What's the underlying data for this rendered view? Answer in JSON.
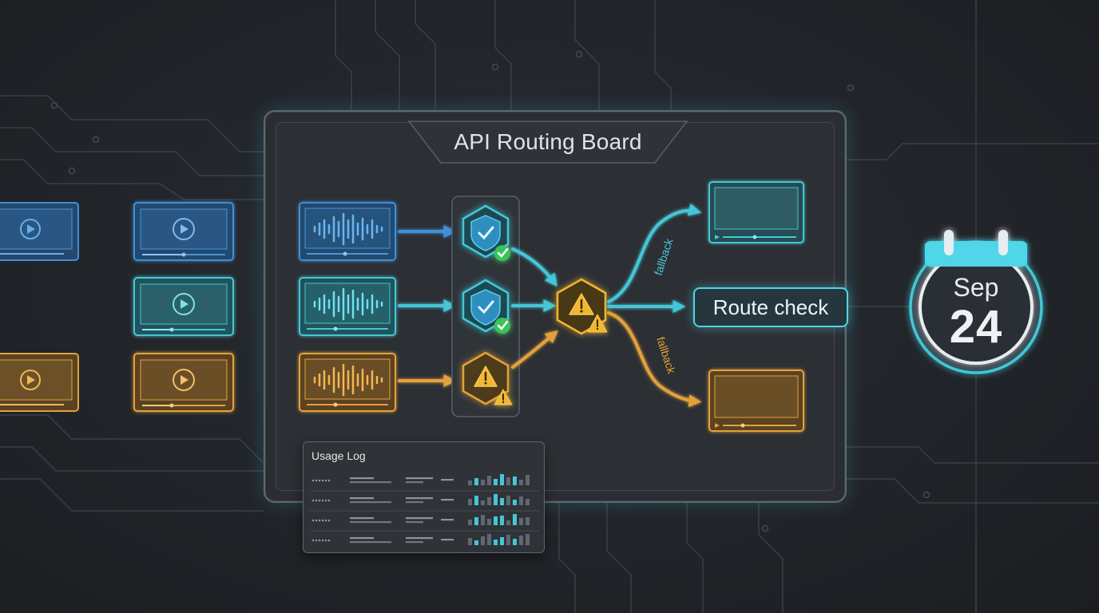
{
  "board": {
    "title": "API Routing Board"
  },
  "route_check": {
    "label": "Route check"
  },
  "calendar": {
    "month": "Sep",
    "day": "24"
  },
  "fallback_labels": [
    "fallback",
    "fallback"
  ],
  "usage_log": {
    "title": "Usage Log",
    "rows": 4
  },
  "lanes": [
    {
      "name": "blue",
      "color": "#3f8fd8",
      "status": "verified"
    },
    {
      "name": "teal",
      "color": "#45c6d6",
      "status": "verified"
    },
    {
      "name": "orange",
      "color": "#e2a23b",
      "status": "warning"
    }
  ],
  "colors": {
    "blue": "#3f8fd8",
    "teal": "#45c6d6",
    "orange": "#e2a23b",
    "green": "#37c45a",
    "warning": "#f1b731"
  },
  "icons": [
    "play-icon",
    "waveform-icon",
    "shield-check-icon",
    "check-badge-icon",
    "warning-icon",
    "calendar-icon"
  ]
}
